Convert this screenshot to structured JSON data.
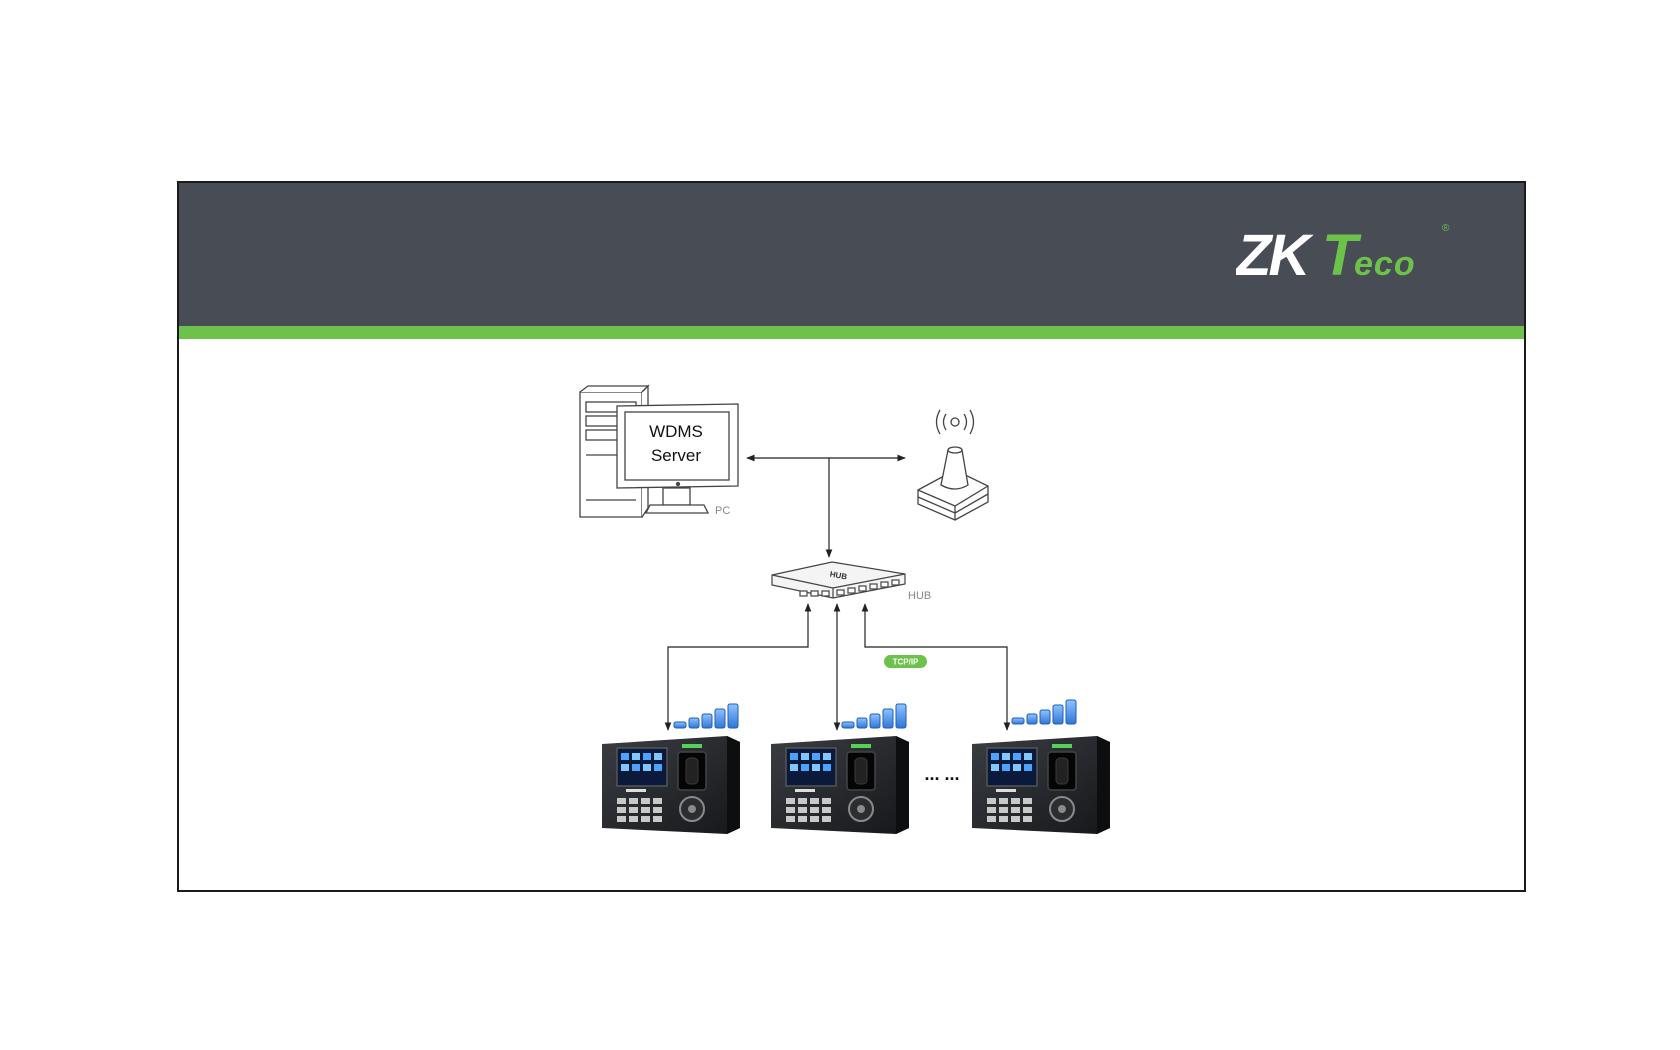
{
  "brand": {
    "logo_text": "ZKTeco",
    "registered_mark": "®",
    "colors": {
      "banner": "#484c55",
      "accent": "#6cc24a",
      "logo_white": "#ffffff",
      "logo_green": "#6cc24a"
    }
  },
  "diagram": {
    "server_label_line1": "WDMS",
    "server_label_line2": "Server",
    "pc_label": "PC",
    "hub_top_label": "HUB",
    "hub_label": "HUB",
    "protocol_badge": "TCP/IP",
    "ellipsis": "... ...",
    "device_count_shown": 3,
    "icons": [
      "pc-tower-icon",
      "monitor-icon",
      "wireless-router-icon",
      "network-hub-icon",
      "signal-strength-icon",
      "time-attendance-terminal-icon"
    ]
  }
}
